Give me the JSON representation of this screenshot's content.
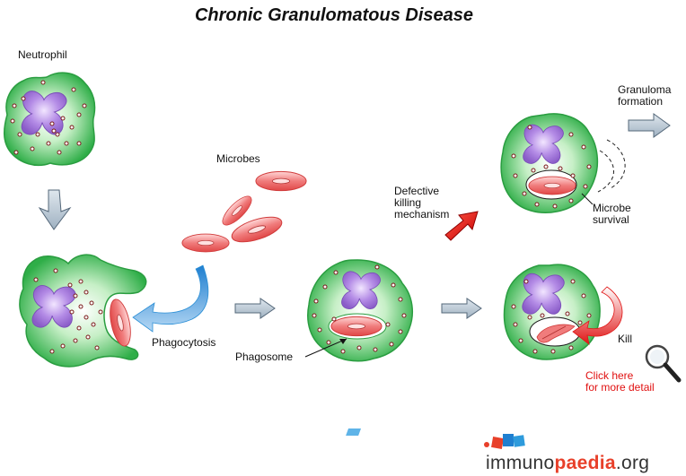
{
  "title": "Chronic Granulomatous Disease",
  "labels": {
    "neutrophil": "Neutrophil",
    "microbes": "Microbes",
    "phagocytosis": "Phagocytosis",
    "phagosome": "Phagosome",
    "defective_line1": "Defective",
    "defective_line2": "killing",
    "defective_line3": "mechanism",
    "granuloma_line1": "Granuloma",
    "granuloma_line2": "formation",
    "microbe_survival_line1": "Microbe",
    "microbe_survival_line2": "survival",
    "kill": "Kill",
    "click_here_line1": "Click here",
    "click_here_line2": "for more detail"
  },
  "brand": {
    "part1": "immuno",
    "part2": "paedia",
    "part3": ".org"
  },
  "colors": {
    "cell_green": "#3cb551",
    "cell_light": "#d6f3d6",
    "nucleus_purple": "#9b6fd4",
    "microbe_red": "#e85a5a",
    "arrow_grey": "#a9b9c6",
    "arrow_red": "#e01515",
    "arrow_blue": "#2b8fd6",
    "click_text": "#e01010"
  }
}
